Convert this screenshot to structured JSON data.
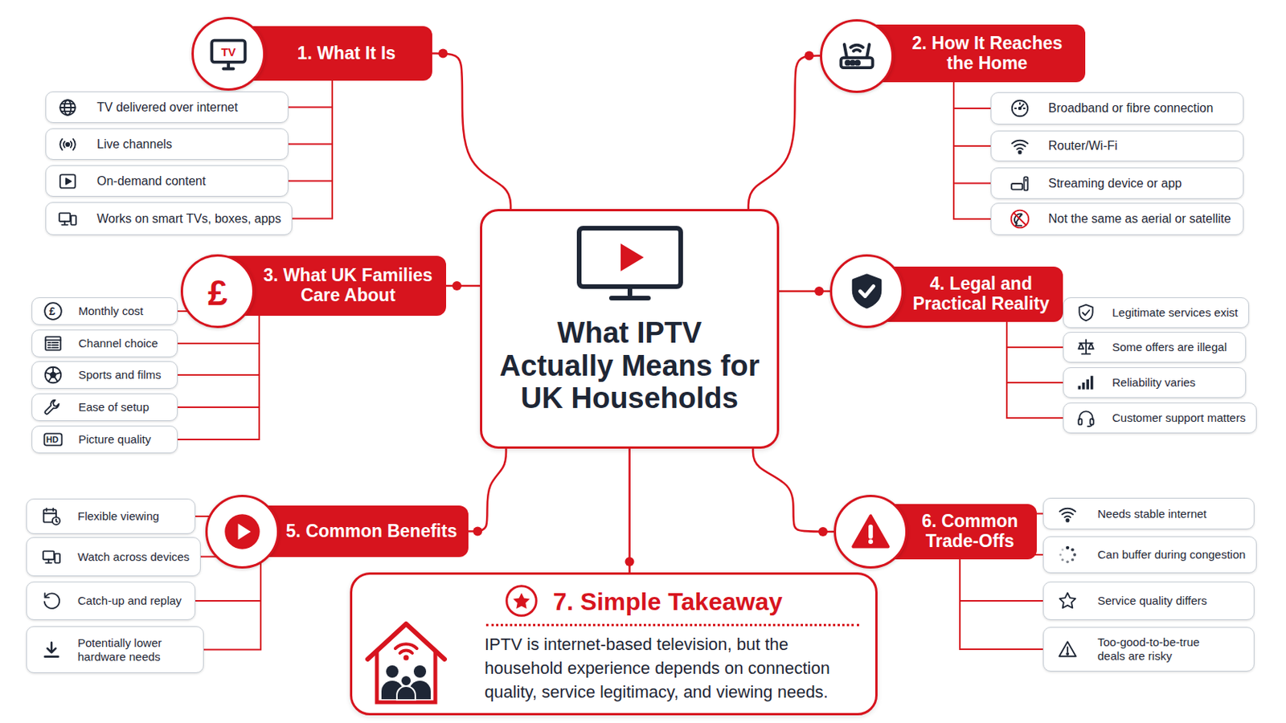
{
  "diagram": {
    "nodes": [
      {
        "text": [
          "What IPTV Actually Means for UK Households"
        ]
      },
      {
        "text": [
          "1. What It Is"
        ]
      },
      {
        "text": [
          "TV delivered over internet"
        ]
      },
      {
        "text": [
          "Live channels"
        ]
      },
      {
        "text": [
          "On-demand content"
        ]
      },
      {
        "text": [
          "Works on smart TVs, boxes, apps"
        ]
      },
      {
        "text": [
          "2. How It Reaches the Home"
        ]
      },
      {
        "text": [
          "Broadband or fibre connection"
        ]
      },
      {
        "text": [
          "Router/Wi-Fi"
        ]
      },
      {
        "text": [
          "Streaming device or app"
        ]
      },
      {
        "text": [
          "Not the same as aerial or satellite"
        ]
      },
      {
        "text": [
          "3. What UK Families Care About"
        ]
      },
      {
        "text": [
          "Monthly cost"
        ]
      },
      {
        "text": [
          "Channel choice"
        ]
      },
      {
        "text": [
          "Sports and films"
        ]
      },
      {
        "text": [
          "Ease of setup"
        ]
      },
      {
        "text": [
          "Picture quality"
        ]
      },
      {
        "text": [
          "4. Legal and Practical Reality"
        ]
      },
      {
        "text": [
          "Legitimate services exist"
        ]
      },
      {
        "text": [
          "Some offers are illegal"
        ]
      },
      {
        "text": [
          "Reliability varies"
        ]
      },
      {
        "text": [
          "Customer support matters"
        ]
      },
      {
        "text": [
          "5. Common Benefits"
        ]
      },
      {
        "text": [
          "Flexible viewing"
        ]
      },
      {
        "text": [
          "Watch across devices"
        ]
      },
      {
        "text": [
          "Catch-up and replay"
        ]
      },
      {
        "text": [
          "Potentially lower hardware needs"
        ]
      },
      {
        "text": [
          "6. Common Trade-Offs"
        ]
      },
      {
        "text": [
          "Needs stable internet"
        ]
      },
      {
        "text": [
          "Can buffer during congestion"
        ]
      },
      {
        "text": [
          "Service quality differs"
        ]
      },
      {
        "text": [
          "Too-good-to-be-true deals are risky"
        ]
      },
      {
        "text": [
          "7. Simple Takeaway",
          "IPTV is internet-based television, but the household experience depends on connection quality, service legitimacy, and viewing needs."
        ]
      }
    ],
    "edges": [
      {
        "from": 0,
        "to": 1,
        "arrow": "none"
      },
      {
        "from": 0,
        "to": 6,
        "arrow": "none"
      },
      {
        "from": 0,
        "to": 11,
        "arrow": "none"
      },
      {
        "from": 0,
        "to": 17,
        "arrow": "none"
      },
      {
        "from": 0,
        "to": 22,
        "arrow": "none"
      },
      {
        "from": 0,
        "to": 27,
        "arrow": "none"
      },
      {
        "from": 0,
        "to": 32,
        "arrow": "none"
      },
      {
        "from": 1,
        "to": 2,
        "arrow": "none"
      },
      {
        "from": 1,
        "to": 3,
        "arrow": "none"
      },
      {
        "from": 1,
        "to": 4,
        "arrow": "none"
      },
      {
        "from": 1,
        "to": 5,
        "arrow": "none"
      },
      {
        "from": 6,
        "to": 7,
        "arrow": "none"
      },
      {
        "from": 6,
        "to": 8,
        "arrow": "none"
      },
      {
        "from": 6,
        "to": 9,
        "arrow": "none"
      },
      {
        "from": 6,
        "to": 10,
        "arrow": "none"
      },
      {
        "from": 11,
        "to": 12,
        "arrow": "none"
      },
      {
        "from": 11,
        "to": 13,
        "arrow": "none"
      },
      {
        "from": 11,
        "to": 14,
        "arrow": "none"
      },
      {
        "from": 11,
        "to": 15,
        "arrow": "none"
      },
      {
        "from": 11,
        "to": 16,
        "arrow": "none"
      },
      {
        "from": 17,
        "to": 18,
        "arrow": "none"
      },
      {
        "from": 17,
        "to": 19,
        "arrow": "none"
      },
      {
        "from": 17,
        "to": 20,
        "arrow": "none"
      },
      {
        "from": 17,
        "to": 21,
        "arrow": "none"
      },
      {
        "from": 22,
        "to": 23,
        "arrow": "none"
      },
      {
        "from": 22,
        "to": 24,
        "arrow": "none"
      },
      {
        "from": 22,
        "to": 25,
        "arrow": "none"
      },
      {
        "from": 22,
        "to": 26,
        "arrow": "none"
      },
      {
        "from": 27,
        "to": 28,
        "arrow": "none"
      },
      {
        "from": 27,
        "to": 29,
        "arrow": "none"
      },
      {
        "from": 27,
        "to": 30,
        "arrow": "none"
      },
      {
        "from": 27,
        "to": 31,
        "arrow": "none"
      }
    ],
    "labels": [
      "TV",
      "£",
      "£",
      "HD"
    ]
  }
}
